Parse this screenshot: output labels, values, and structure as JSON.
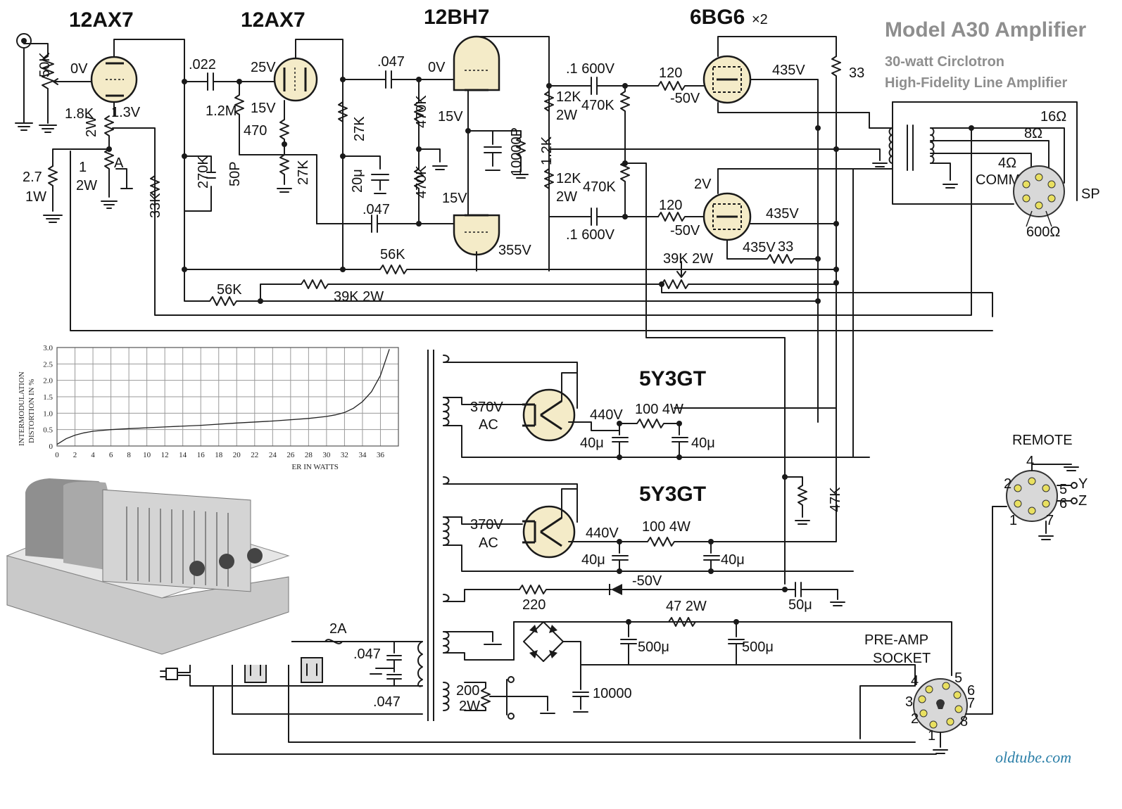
{
  "title": "Model A30 Amplifier",
  "subtitle_1": "30-watt Circlotron",
  "subtitle_2": "High-Fidelity Line Amplifier",
  "watermark": "oldtube.com",
  "tubes": {
    "v1": "12AX7",
    "v2": "12AX7",
    "v3": "12BH7",
    "v4": "6BG6",
    "v4_qty": "×2",
    "rect1": "5Y3GT",
    "rect2": "5Y3GT"
  },
  "voltages": {
    "v1_grid": "0V",
    "v1_cath": "1.3V",
    "v2_plate": "25V",
    "v2_cath": "15V",
    "v3_grid": "0V",
    "v3_k1": "15V",
    "v3_k2": "15V",
    "v3_plate": "355V",
    "v4_top": "435V",
    "v4_bot": "435V",
    "v4_bot2": "435V",
    "v4_scr": "2V",
    "bias_top": "-50V",
    "bias_bot": "-50V",
    "bias_supply": "-50V",
    "rect1_out": "440V",
    "rect2_out": "440V"
  },
  "components": {
    "r_vol": "50K",
    "r_18k": "1.8K",
    "r_18k_w": "2W",
    "r_27": "2.7",
    "r_27_w": "1W",
    "r_1": "1",
    "r_1_w": "2W",
    "pot_a": "A",
    "r_33k": "33K",
    "c_022": ".022",
    "r_12m": "1.2M",
    "r_470": "470",
    "r_270k": "270K",
    "c_50p": "50P",
    "r_27k_a": "27K",
    "r_27k_b": "27K",
    "c_047_a": ".047",
    "c_047_b": ".047",
    "r_470k_a": "470K",
    "r_470k_b": "470K",
    "c_20u": "20μ",
    "c_10000p": "10000P",
    "r_12k": "1.2K",
    "r_12k2w_a": "12K",
    "r_12k2w_a_w": "2W",
    "r_12k2w_b": "12K",
    "r_12k2w_b_w": "2W",
    "c_1_600_a": ".1 600V",
    "c_1_600_b": ".1 600V",
    "r_470k_c": "470K",
    "r_470k_d": "470K",
    "r_120_a": "120",
    "r_120_b": "120",
    "r_33_a": "33",
    "r_33_b": "33",
    "r_56k_a": "56K",
    "r_56k_b": "56K",
    "r_39k_a": "39K 2W",
    "r_39k_b": "39K  2W",
    "r_100_4w_a": "100 4W",
    "r_100_4w_b": "100  4W",
    "c_40u_a": "40μ",
    "c_40u_b": "40μ",
    "c_40u_c": "40μ",
    "c_40u_d": "40μ",
    "r_47k": "47K",
    "r_220": "220",
    "c_50u": "50μ",
    "r_47_2w": "47  2W",
    "c_500u_a": "500μ",
    "c_500u_b": "500μ",
    "c_10000": "10000",
    "r_200": "200",
    "r_200_w": "2W",
    "fuse": "2A",
    "c_047_line_a": ".047",
    "c_047_line_b": ".047",
    "ac_a": "370V",
    "ac_a2": "AC",
    "ac_b": "370V",
    "ac_b2": "AC"
  },
  "output": {
    "tap_16": "16Ω",
    "tap_8": "8Ω",
    "tap_4": "4Ω",
    "comm": "COMM",
    "sp": "SP",
    "tap_600": "600Ω"
  },
  "remote": {
    "label": "REMOTE",
    "pins": [
      "4",
      "2",
      "5",
      "6",
      "1",
      "7"
    ],
    "y": "Y",
    "z": "Z"
  },
  "preamp": {
    "label_1": "PRE-AMP",
    "label_2": "SOCKET",
    "pins": [
      "4",
      "5",
      "6",
      "3",
      "7",
      "2",
      "8",
      "1"
    ]
  },
  "chart_data": {
    "type": "line",
    "ylabel_1": "INTERMODULATION",
    "ylabel_2": "DISTORTION IN %",
    "xlabel": "POWER IN WATTS",
    "xlim": [
      0,
      38
    ],
    "ylim": [
      0,
      3.0
    ],
    "x_ticks": [
      "0",
      "2",
      "4",
      "6",
      "8",
      "10",
      "12",
      "14",
      "16",
      "18",
      "20",
      "22",
      "24",
      "26",
      "28",
      "30",
      "32",
      "34",
      "36"
    ],
    "y_ticks": [
      "0",
      "0.5",
      "1.0",
      "1.5",
      "2.0",
      "2.5",
      "3.0"
    ],
    "grid": true,
    "series": [
      {
        "x": [
          0,
          1,
          2,
          3,
          4,
          6,
          8,
          12,
          16,
          20,
          24,
          28,
          30,
          31,
          32,
          33,
          34,
          35,
          36,
          37
        ],
        "y": [
          0.05,
          0.22,
          0.33,
          0.4,
          0.45,
          0.5,
          0.53,
          0.58,
          0.63,
          0.7,
          0.76,
          0.84,
          0.9,
          0.95,
          1.02,
          1.15,
          1.35,
          1.65,
          2.15,
          2.95
        ]
      }
    ]
  },
  "photo": {
    "alt": "amplifier chassis photo"
  }
}
